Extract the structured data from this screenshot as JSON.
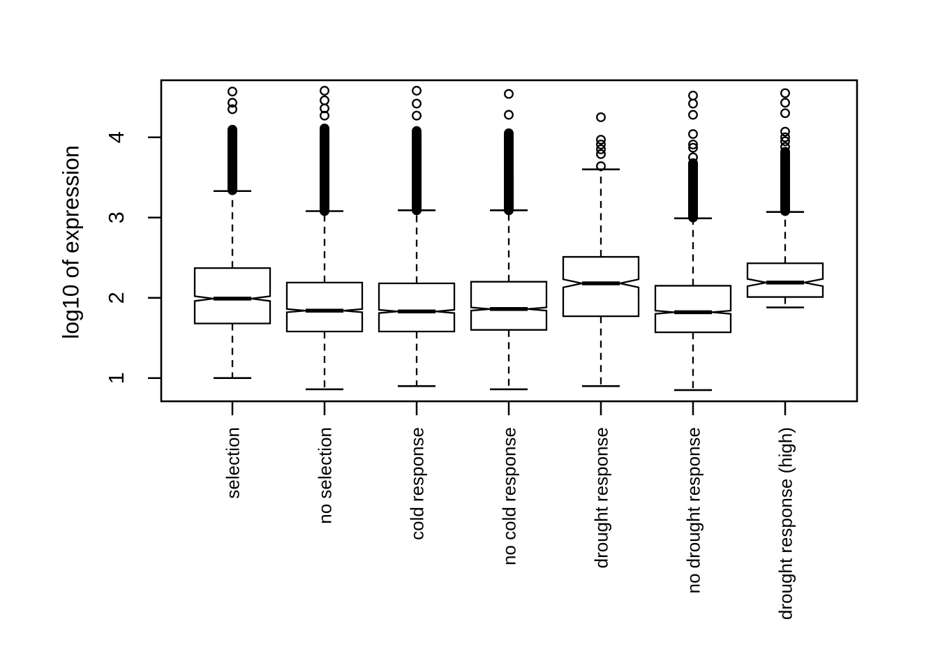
{
  "page": {
    "background_color": "#ffffff",
    "foreground_color": "#000000"
  },
  "chart_data": {
    "type": "boxplot",
    "title": "",
    "xlabel": "",
    "ylabel": "log10 of expression",
    "orientation": "vertical",
    "notched": true,
    "grid": false,
    "legend": "none",
    "ylim": [
      0.7,
      4.7
    ],
    "yticks": [
      "1",
      "2",
      "3",
      "4"
    ],
    "colors": {
      "stroke": "#000000",
      "box_fill": "#ffffff",
      "background": "#ffffff"
    },
    "categories": [
      "selection",
      "no selection",
      "cold response",
      "no cold response",
      "drought response",
      "no drought response",
      "drought response (high)"
    ],
    "boxes": [
      {
        "label": "selection",
        "whisker_low": 1.0,
        "q1": 1.68,
        "median": 1.99,
        "q3": 2.37,
        "whisker_high": 3.33,
        "notch_half": 0.03,
        "outliers_top": [
          4.57,
          4.43,
          4.35
        ],
        "outlier_singles": [],
        "outlier_bands": [
          [
            3.34,
            3.74,
            0.007
          ],
          [
            3.75,
            4.1,
            0.015
          ]
        ]
      },
      {
        "label": "no selection",
        "whisker_low": 0.86,
        "q1": 1.58,
        "median": 1.84,
        "q3": 2.19,
        "whisker_high": 3.08,
        "notch_half": 0.02,
        "outliers_top": [
          4.58,
          4.46,
          4.36,
          4.27
        ],
        "outlier_singles": [],
        "outlier_bands": [
          [
            3.08,
            4.04,
            0.006
          ],
          [
            4.05,
            4.12,
            0.02
          ]
        ]
      },
      {
        "label": "cold response",
        "whisker_low": 0.9,
        "q1": 1.58,
        "median": 1.83,
        "q3": 2.18,
        "whisker_high": 3.09,
        "notch_half": 0.02,
        "outliers_top": [
          4.58,
          4.42,
          4.27
        ],
        "outlier_singles": [],
        "outlier_bands": [
          [
            3.09,
            3.96,
            0.006
          ],
          [
            3.97,
            4.09,
            0.018
          ]
        ]
      },
      {
        "label": "no cold response",
        "whisker_low": 0.86,
        "q1": 1.6,
        "median": 1.86,
        "q3": 2.2,
        "whisker_high": 3.09,
        "notch_half": 0.02,
        "outliers_top": [
          4.54,
          4.28
        ],
        "outlier_singles": [],
        "outlier_bands": [
          [
            3.09,
            3.56,
            0.006
          ],
          [
            3.57,
            4.06,
            0.016
          ]
        ]
      },
      {
        "label": "drought response",
        "whisker_low": 0.9,
        "q1": 1.77,
        "median": 2.18,
        "q3": 2.51,
        "whisker_high": 3.6,
        "notch_half": 0.05,
        "outliers_top": [
          4.25
        ],
        "outlier_singles": [
          3.97,
          3.91,
          3.85,
          3.79,
          3.64
        ],
        "outlier_bands": []
      },
      {
        "label": "no drought response",
        "whisker_low": 0.85,
        "q1": 1.57,
        "median": 1.82,
        "q3": 2.15,
        "whisker_high": 2.99,
        "notch_half": 0.02,
        "outliers_top": [
          4.52,
          4.42,
          4.28
        ],
        "outlier_singles": [
          4.04,
          3.91,
          3.87,
          3.75
        ],
        "outlier_bands": [
          [
            3.0,
            3.68,
            0.006
          ]
        ]
      },
      {
        "label": "drought response (high)",
        "whisker_low": 1.88,
        "q1": 2.01,
        "median": 2.19,
        "q3": 2.43,
        "whisker_high": 3.07,
        "notch_half": 0.045,
        "outliers_top": [
          4.55,
          4.43,
          4.3
        ],
        "outlier_singles": [
          4.07,
          4.0,
          3.95,
          3.88
        ],
        "outlier_bands": [
          [
            3.08,
            3.72,
            0.006
          ],
          [
            3.73,
            3.82,
            0.015
          ]
        ]
      }
    ]
  }
}
